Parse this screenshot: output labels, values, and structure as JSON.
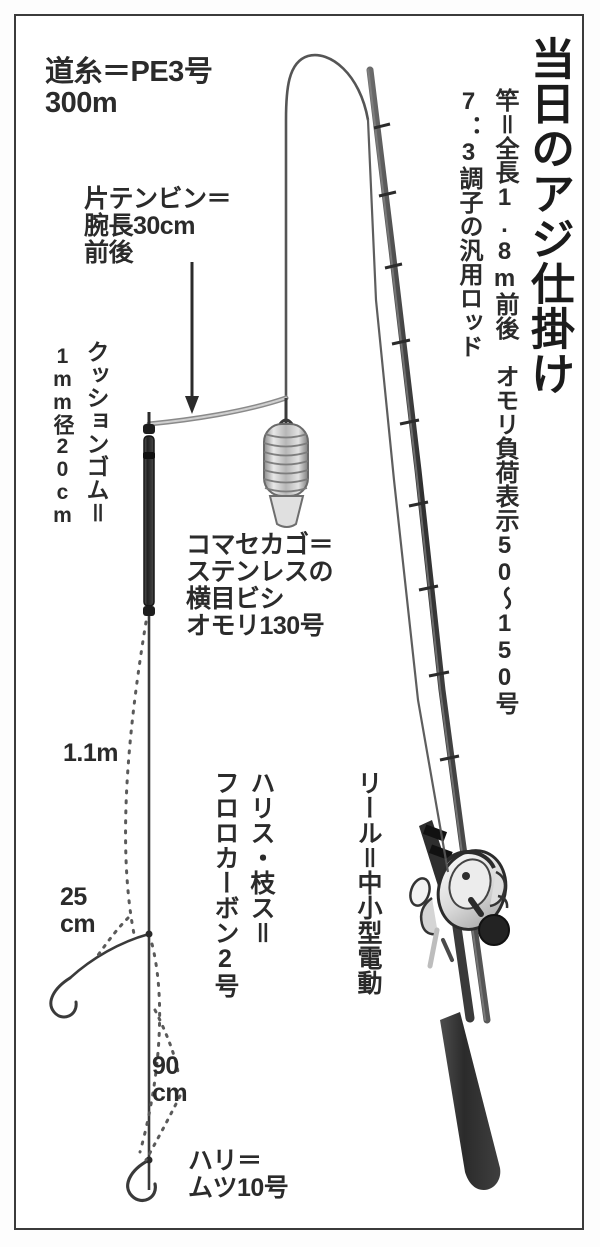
{
  "figure": {
    "title": "当日のアジ仕掛け",
    "subject": "aji-tackle-rig-diagram"
  },
  "rod_spec": {
    "line_1": "竿＝全長1.8m前後　オモリ負荷表示50〜150号",
    "line_2": "7：3調子の汎用ロッド"
  },
  "labels": {
    "mainline": "道糸＝PE3号\n300m",
    "tenbin": "片テンビン＝\n腕長30cm\n前後",
    "cushion_name": "クッションゴム＝",
    "cushion_size": "1mm径20cm",
    "kago": "コマセカゴ＝\nステンレスの\n横目ビシ\nオモリ130号",
    "harisu_name": "ハリス・枝ス＝",
    "harisu_spec": "フロロカーボン2号",
    "reel": "リール＝中小型電動",
    "hook": "ハリ＝\nムツ10号"
  },
  "measurements": {
    "upper_branch": "1.1m",
    "branch_drop": "25\ncm",
    "lower_branch": "90\ncm"
  },
  "colors": {
    "ink": "#2b2b2b",
    "frame": "#3b3b3b",
    "rod": "#4a4a4a",
    "line": "#555555",
    "grip": "#3a3a3a",
    "paper": "#ffffff"
  }
}
